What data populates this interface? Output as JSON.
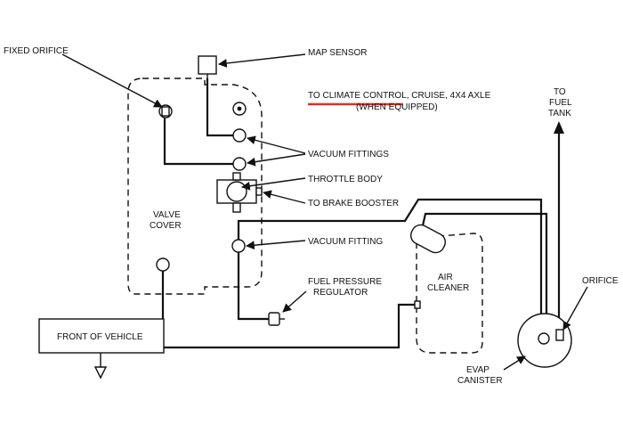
{
  "labels": {
    "fixed_orifice": "FIXED ORIFICE",
    "map_sensor": "MAP SENSOR",
    "climate_control_line1": "TO CLIMATE CONTROL, CRUISE, 4X4 AXLE",
    "climate_control_line2": "(WHEN EQUIPPED)",
    "vacuum_fittings": "VACUUM FITTINGS",
    "throttle_body": "THROTTLE BODY",
    "brake_booster": "TO BRAKE BOOSTER",
    "valve_cover_line1": "VALVE",
    "valve_cover_line2": "COVER",
    "vacuum_fitting": "VACUUM FITTING",
    "fuel_pressure_line1": "FUEL PRESSURE",
    "fuel_pressure_line2": "REGULATOR",
    "air_cleaner_line1": "AIR",
    "air_cleaner_line2": "CLEANER",
    "front_of_vehicle": "FRONT OF VEHICLE",
    "evap_line1": "EVAP",
    "evap_line2": "CANISTER",
    "orifice": "ORIFICE",
    "fuel_tank_line1": "TO",
    "fuel_tank_line2": "FUEL",
    "fuel_tank_line3": "TANK"
  },
  "colors": {
    "line": "#111111",
    "highlight": "#e0301e",
    "background": "#ffffff"
  }
}
